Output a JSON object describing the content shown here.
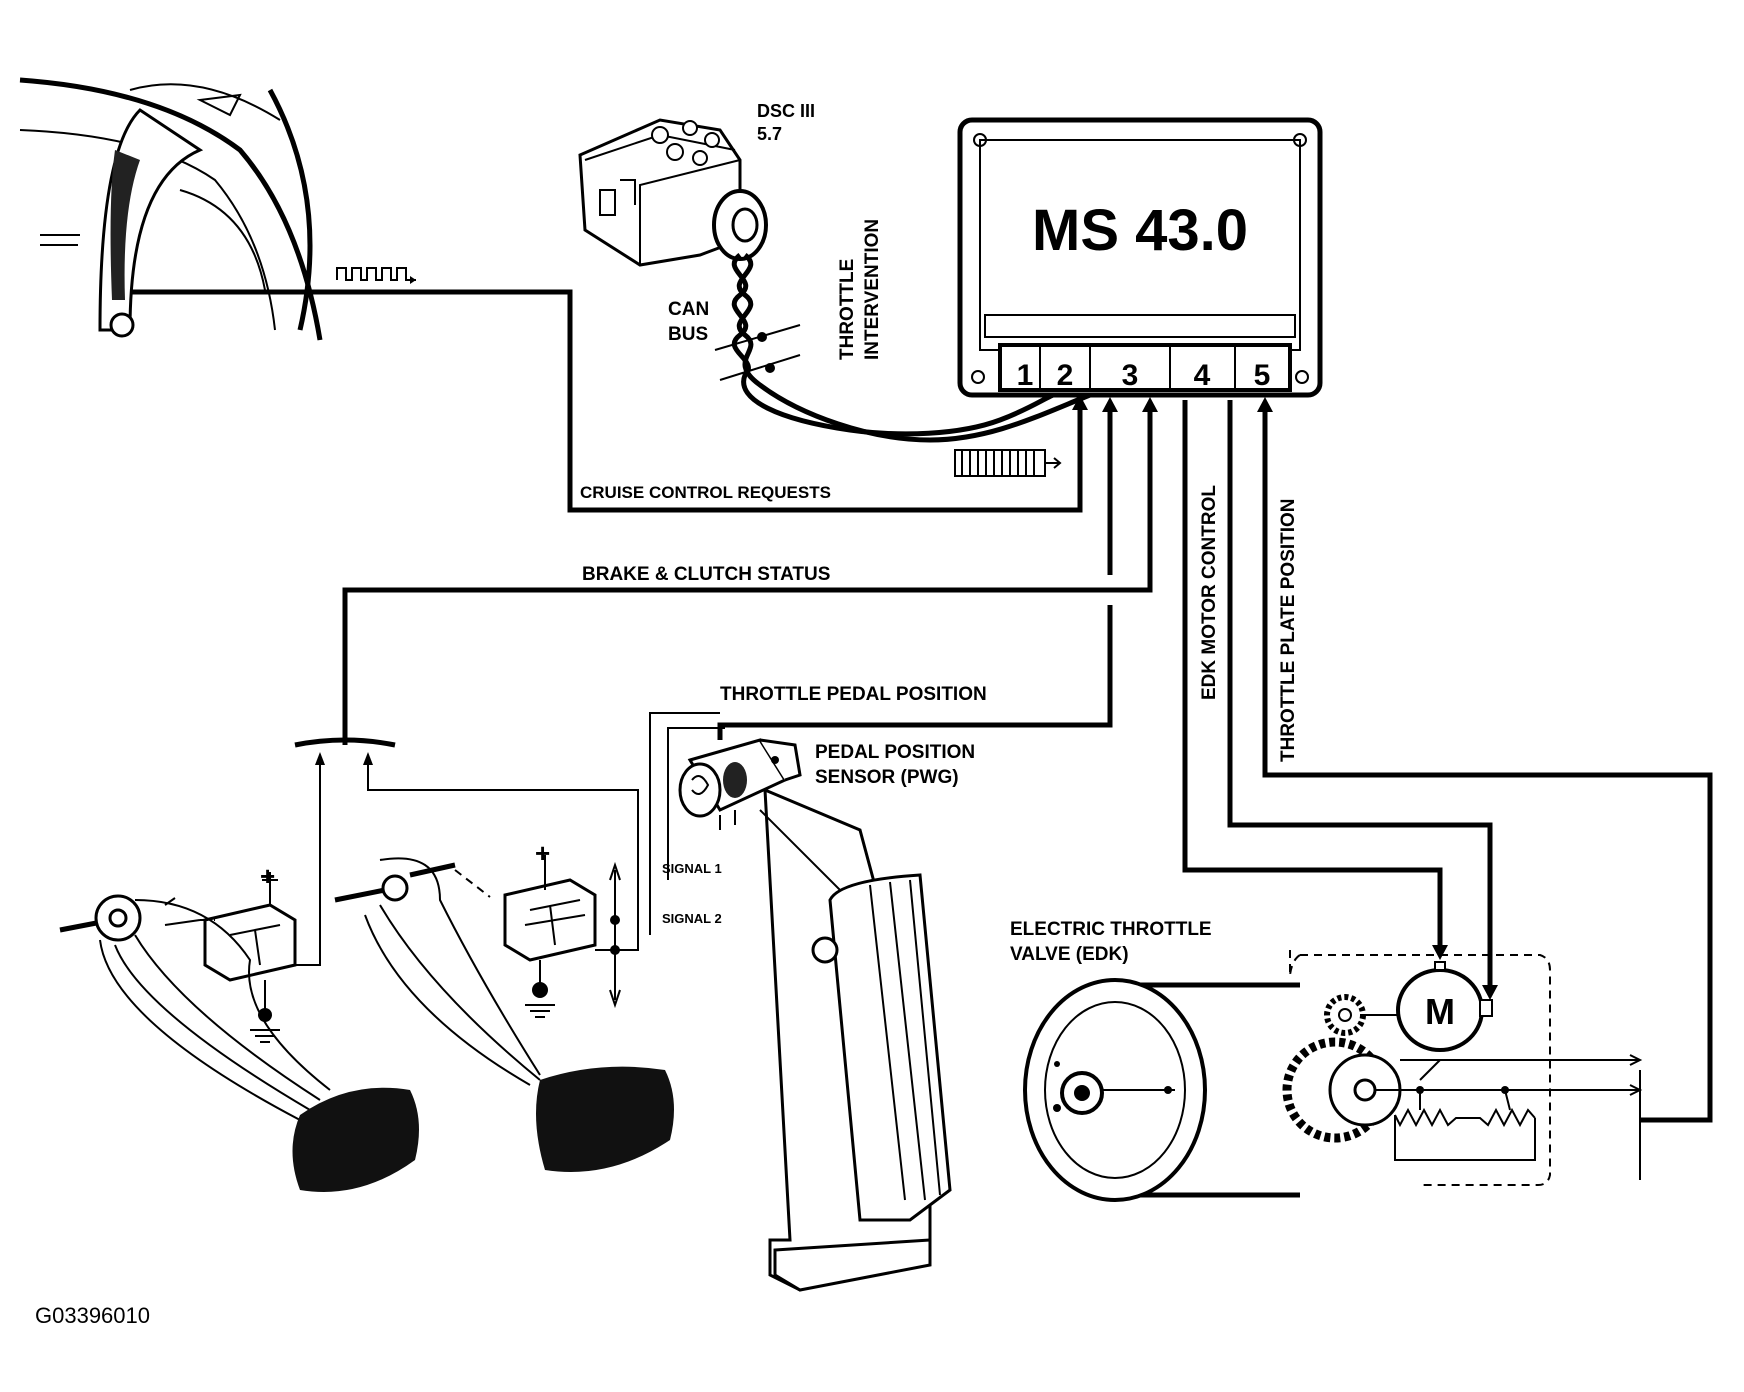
{
  "ecu": {
    "title": "MS 43.0",
    "pins": [
      "1",
      "2",
      "3",
      "4",
      "5"
    ]
  },
  "dsc": {
    "label_line1": "DSC III",
    "label_line2": "5.7"
  },
  "labels": {
    "can_bus_line1": "CAN",
    "can_bus_line2": "BUS",
    "throttle_intervention_line1": "THROTTLE",
    "throttle_intervention_line2": "INTERVENTION",
    "cruise_control_requests": "CRUISE CONTROL REQUESTS",
    "brake_clutch_status": "BRAKE & CLUTCH STATUS",
    "throttle_pedal_position": "THROTTLE PEDAL POSITION",
    "pedal_sensor_line1": "PEDAL POSITION",
    "pedal_sensor_line2": "SENSOR (PWG)",
    "signal_1": "SIGNAL 1",
    "signal_2": "SIGNAL 2",
    "edk_motor_control": "EDK MOTOR CONTROL",
    "throttle_plate_position": "THROTTLE PLATE POSITION",
    "edk_line1": "ELECTRIC THROTTLE",
    "edk_line2": "VALVE (EDK)",
    "motor": "M",
    "plus": "+",
    "figure_id": "G03396010"
  }
}
